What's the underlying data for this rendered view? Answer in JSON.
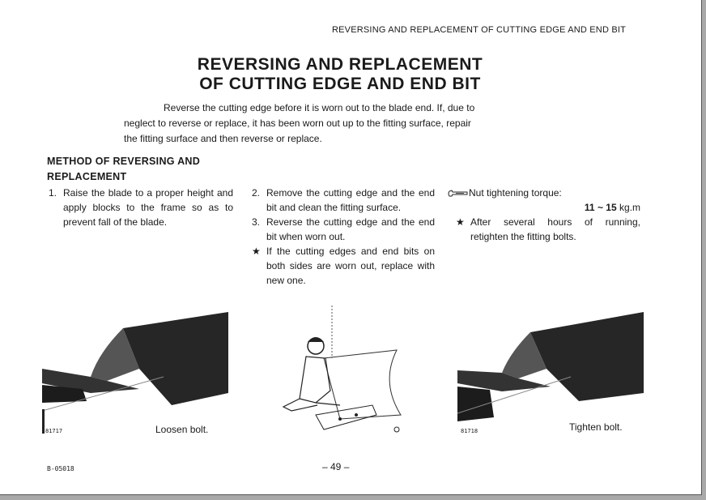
{
  "running_header": "REVERSING AND REPLACEMENT OF CUTTING EDGE AND END BIT",
  "title": {
    "line1": "REVERSING AND REPLACEMENT",
    "line2": "OF CUTTING EDGE AND END BIT"
  },
  "intro": {
    "line1": "Reverse the cutting edge before it is worn out to the blade end. If, due to",
    "line2": "neglect to reverse or replace, it has been worn out up to the fitting surface, repair",
    "line3": "the fitting surface and then reverse or replace."
  },
  "section_heading": {
    "line1": "METHOD OF REVERSING AND",
    "line2": "REPLACEMENT"
  },
  "steps": [
    {
      "num": "1.",
      "text": "Raise the blade to a proper height and apply blocks to the frame so as to prevent fall of the blade."
    },
    {
      "num": "2.",
      "text": "Remove the cutting edge and the end bit and clean the fitting surface."
    },
    {
      "num": "3.",
      "text": "Reverse the cutting edge and the end bit when worn out."
    }
  ],
  "note_col2": {
    "mark": "★",
    "text": "If the cutting edges and end bits on both sides are worn out, replace with new one."
  },
  "torque": {
    "label": "Nut tightening torque:",
    "value": "11 ~ 15",
    "unit": "kg.m",
    "icon": "wrench-icon"
  },
  "note_col3": {
    "mark": "★",
    "text": "After several hours of running, retighten the fitting bolts."
  },
  "figures": [
    {
      "code": "81717",
      "caption": "Loosen bolt."
    },
    {
      "code": "",
      "caption": ""
    },
    {
      "code": "81718",
      "caption": "Tighten bolt."
    }
  ],
  "footer": {
    "doc_code": "B-05018",
    "page": "– 49 –"
  }
}
